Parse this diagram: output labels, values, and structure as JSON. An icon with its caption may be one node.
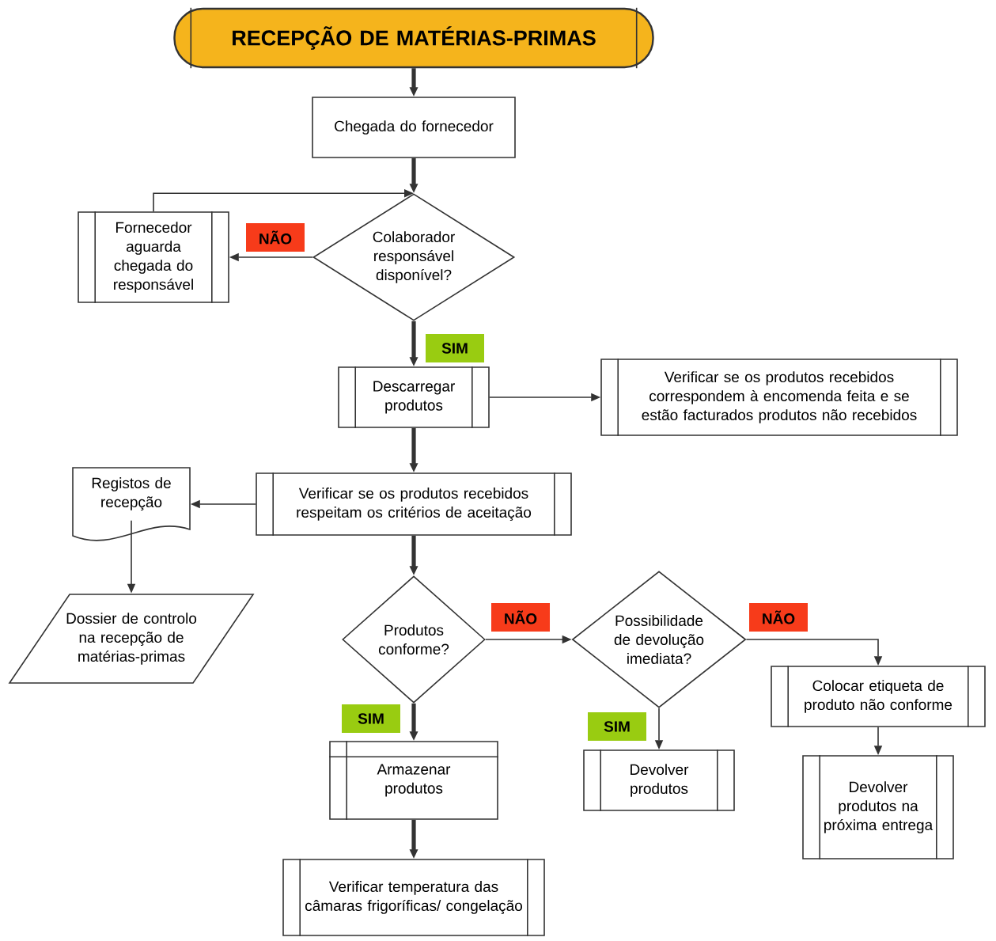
{
  "diagram": {
    "nodes": [
      {
        "text": [
          "RECEPÇÃO DE MATÉRIAS-PRIMAS"
        ]
      },
      {
        "text": [
          "Chegada do fornecedor"
        ]
      },
      {
        "text": [
          "Colaborador responsável disponível?"
        ]
      },
      {
        "text": [
          "Fornecedor aguarda chegada do responsável"
        ]
      },
      {
        "text": [
          "Descarregar produtos"
        ]
      },
      {
        "text": [
          "Verificar se os produtos recebidos correspondem à encomenda feita e se estão facturados produtos não recebidos"
        ]
      },
      {
        "text": [
          "Verificar se os produtos recebidos respeitam os critérios de aceitação"
        ]
      },
      {
        "text": [
          "Registos de recepção"
        ]
      },
      {
        "text": [
          "Dossier de controlo na recepção de matérias-primas"
        ]
      },
      {
        "text": [
          "Produtos conforme?"
        ]
      },
      {
        "text": [
          "Possibilidade de devolução imediata?"
        ]
      },
      {
        "text": [
          "Colocar etiqueta de produto não conforme"
        ]
      },
      {
        "text": [
          "Armazenar produtos"
        ]
      },
      {
        "text": [
          "Devolver produtos"
        ]
      },
      {
        "text": [
          "Devolver produtos na próxima entrega"
        ]
      },
      {
        "text": [
          "Verificar temperatura das câmaras frigoríficas/ congelação"
        ]
      }
    ],
    "edges": [
      {
        "from": 0,
        "to": 1,
        "arrow": "to",
        "style": "thick"
      },
      {
        "from": 1,
        "to": 2,
        "arrow": "to",
        "style": "thick"
      },
      {
        "from": 2,
        "to": 3,
        "arrow": "to",
        "label": "NÃO"
      },
      {
        "from": 3,
        "to": 2,
        "arrow": "to"
      },
      {
        "from": 2,
        "to": 4,
        "arrow": "to",
        "label": "SIM",
        "style": "thick"
      },
      {
        "from": 4,
        "to": 5,
        "arrow": "to"
      },
      {
        "from": 4,
        "to": 6,
        "arrow": "to",
        "style": "thick"
      },
      {
        "from": 6,
        "to": 7,
        "arrow": "to"
      },
      {
        "from": 7,
        "to": 8,
        "arrow": "to"
      },
      {
        "from": 6,
        "to": 9,
        "arrow": "to",
        "style": "thick"
      },
      {
        "from": 9,
        "to": 10,
        "arrow": "to",
        "label": "NÃO"
      },
      {
        "from": 9,
        "to": 12,
        "arrow": "to",
        "label": "SIM",
        "style": "thick"
      },
      {
        "from": 10,
        "to": 11,
        "arrow": "to",
        "label": "NÃO"
      },
      {
        "from": 10,
        "to": 13,
        "arrow": "to",
        "label": "SIM"
      },
      {
        "from": 11,
        "to": 14,
        "arrow": "to"
      },
      {
        "from": 12,
        "to": 15,
        "arrow": "to",
        "style": "thick"
      }
    ]
  }
}
